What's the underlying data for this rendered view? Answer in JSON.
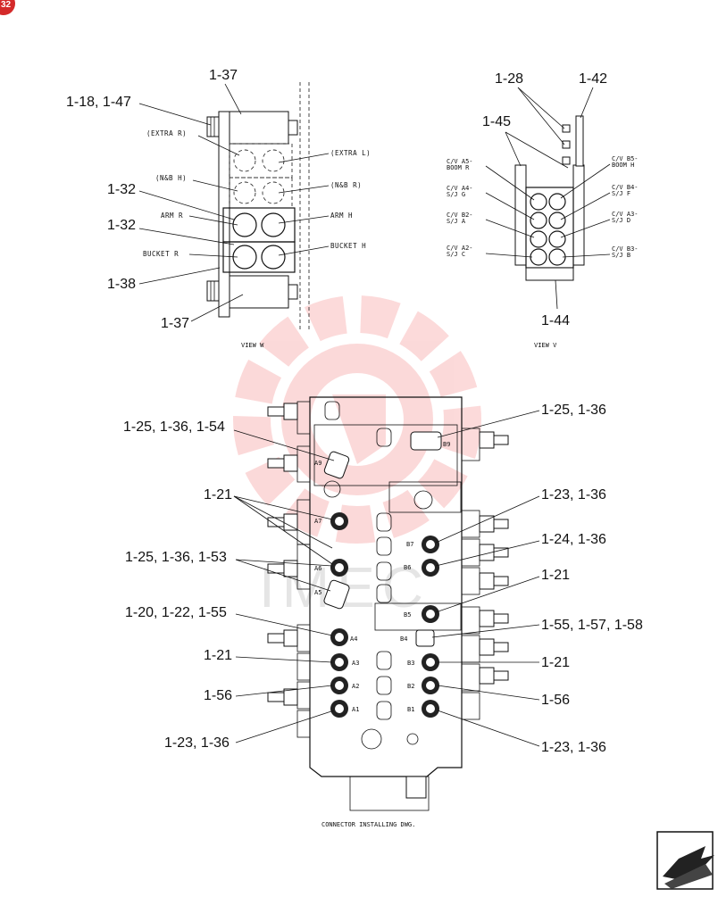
{
  "page_badge": "32",
  "watermark_text": "IMEC",
  "view_w": {
    "caption": "VIEW W",
    "callouts": {
      "c137_top": "1-37",
      "c118_147": "1-18, 1-47",
      "c132_a": "1-32",
      "c132_b": "1-32",
      "c138": "1-38",
      "c137_bot": "1-37"
    },
    "port_labels": {
      "extra_r": "(EXTRA R)",
      "extra_l": "(EXTRA L)",
      "nb_h": "(N&B H)",
      "nb_r": "(N&B R)",
      "arm_r": "ARM R",
      "arm_h": "ARM H",
      "bucket_r": "BUCKET R",
      "bucket_h": "BUCKET H"
    }
  },
  "view_v": {
    "caption": "VIEW V",
    "callouts": {
      "c128": "1-28",
      "c142": "1-42",
      "c145": "1-45",
      "c144": "1-44"
    },
    "port_labels": {
      "a5": [
        "C/V A5-",
        "BOOM R"
      ],
      "a4": [
        "C/V A4-",
        "S/J G"
      ],
      "b2": [
        "C/V B2-",
        "S/J A"
      ],
      "a2": [
        "C/V A2-",
        "S/J C"
      ],
      "b5": [
        "C/V B5-",
        "BOOM H"
      ],
      "b4": [
        "C/V B4-",
        "S/J F"
      ],
      "a3": [
        "C/V A3-",
        "S/J D"
      ],
      "b3": [
        "C/V B3-",
        "S/J B"
      ]
    }
  },
  "main_view": {
    "caption": "CONNECTOR INSTALLING DWG.",
    "callouts_left": [
      "1-25, 1-36, 1-54",
      "1-21",
      "1-25, 1-36, 1-53",
      "1-20, 1-22, 1-55",
      "1-21",
      "1-56",
      "1-23, 1-36"
    ],
    "callouts_right": [
      "1-25, 1-36",
      "1-23, 1-36",
      "1-24, 1-36",
      "1-21",
      "1-55, 1-57, 1-58",
      "1-21",
      "1-56",
      "1-23, 1-36"
    ],
    "port_labels": [
      "A9",
      "A7",
      "A6",
      "A5",
      "A4",
      "A3",
      "A2",
      "A1",
      "B9",
      "B7",
      "B6",
      "B5",
      "B4",
      "B3",
      "B2",
      "B1"
    ]
  },
  "nav": {
    "next_page_icon": "arrow-next-icon"
  }
}
